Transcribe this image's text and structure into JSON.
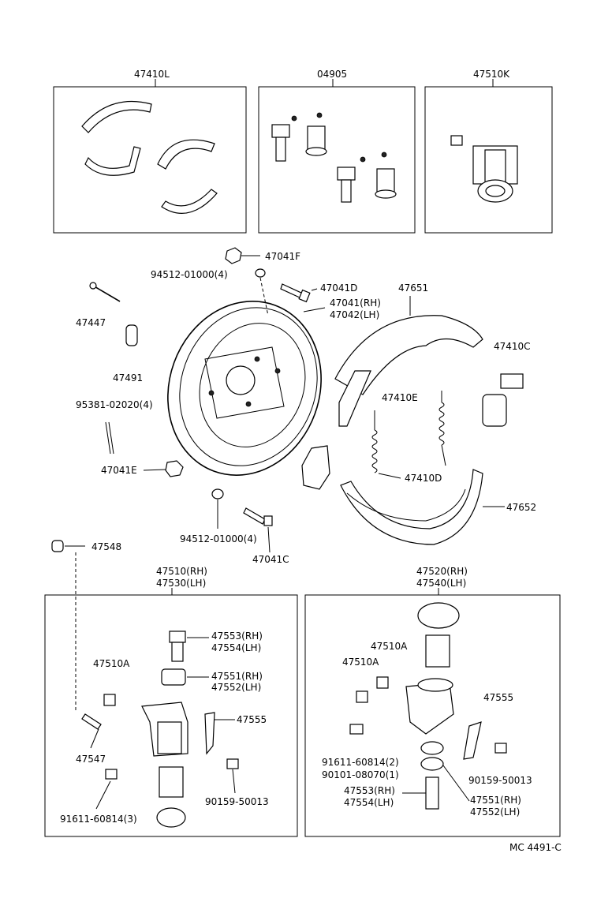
{
  "labels": {
    "kit_brake_shoe": "47410L",
    "kit_cylinder_repair": "04905",
    "kit_cylinder_assy": "47510K",
    "nut_47041F": "47041F",
    "washer_94512_top": "94512-01000(4)",
    "bolt_47041D": "47041D",
    "plate_rh": "47041(RH)",
    "plate_lh": "47042(LH)",
    "shoe_47651": "47651",
    "pin_47447": "47447",
    "clip_47491": "47491",
    "spring_47410C": "47410C",
    "cotter_pin": "95381-02020(4)",
    "spring_47410E": "47410E",
    "nut_47041E": "47041E",
    "spring_47410D": "47410D",
    "shoe_47652": "47652",
    "washer_94512_bottom": "94512-01000(4)",
    "bolt_47041C": "47041C",
    "cap_47548": "47548",
    "cyl_left_rh": "47510(RH)",
    "cyl_left_lh": "47530(LH)",
    "cyl_right_rh": "47520(RH)",
    "cyl_right_lh": "47540(LH)",
    "piston_left_rh": "47553(RH)",
    "piston_left_lh": "47554(LH)",
    "cup_left_rh": "47551(RH)",
    "cup_left_lh": "47552(LH)",
    "bleeder_left": "47510A",
    "plate_left_47555": "47555",
    "bleeder_47547": "47547",
    "bolt_left_90159": "90159-50013",
    "bolt_left_91611": "91611-60814(3)",
    "bleeder_right_1": "47510A",
    "bleeder_right_2": "47510A",
    "plate_right_47555": "47555",
    "bolt_right_91611": "91611-60814(2)",
    "bolt_right_90101": "90101-08070(1)",
    "bolt_right_90159": "90159-50013",
    "piston_right_rh": "47553(RH)",
    "piston_right_lh": "47554(LH)",
    "cup_right_rh": "47551(RH)",
    "cup_right_lh": "47552(LH)",
    "footer_code": "MC 4491-C"
  }
}
